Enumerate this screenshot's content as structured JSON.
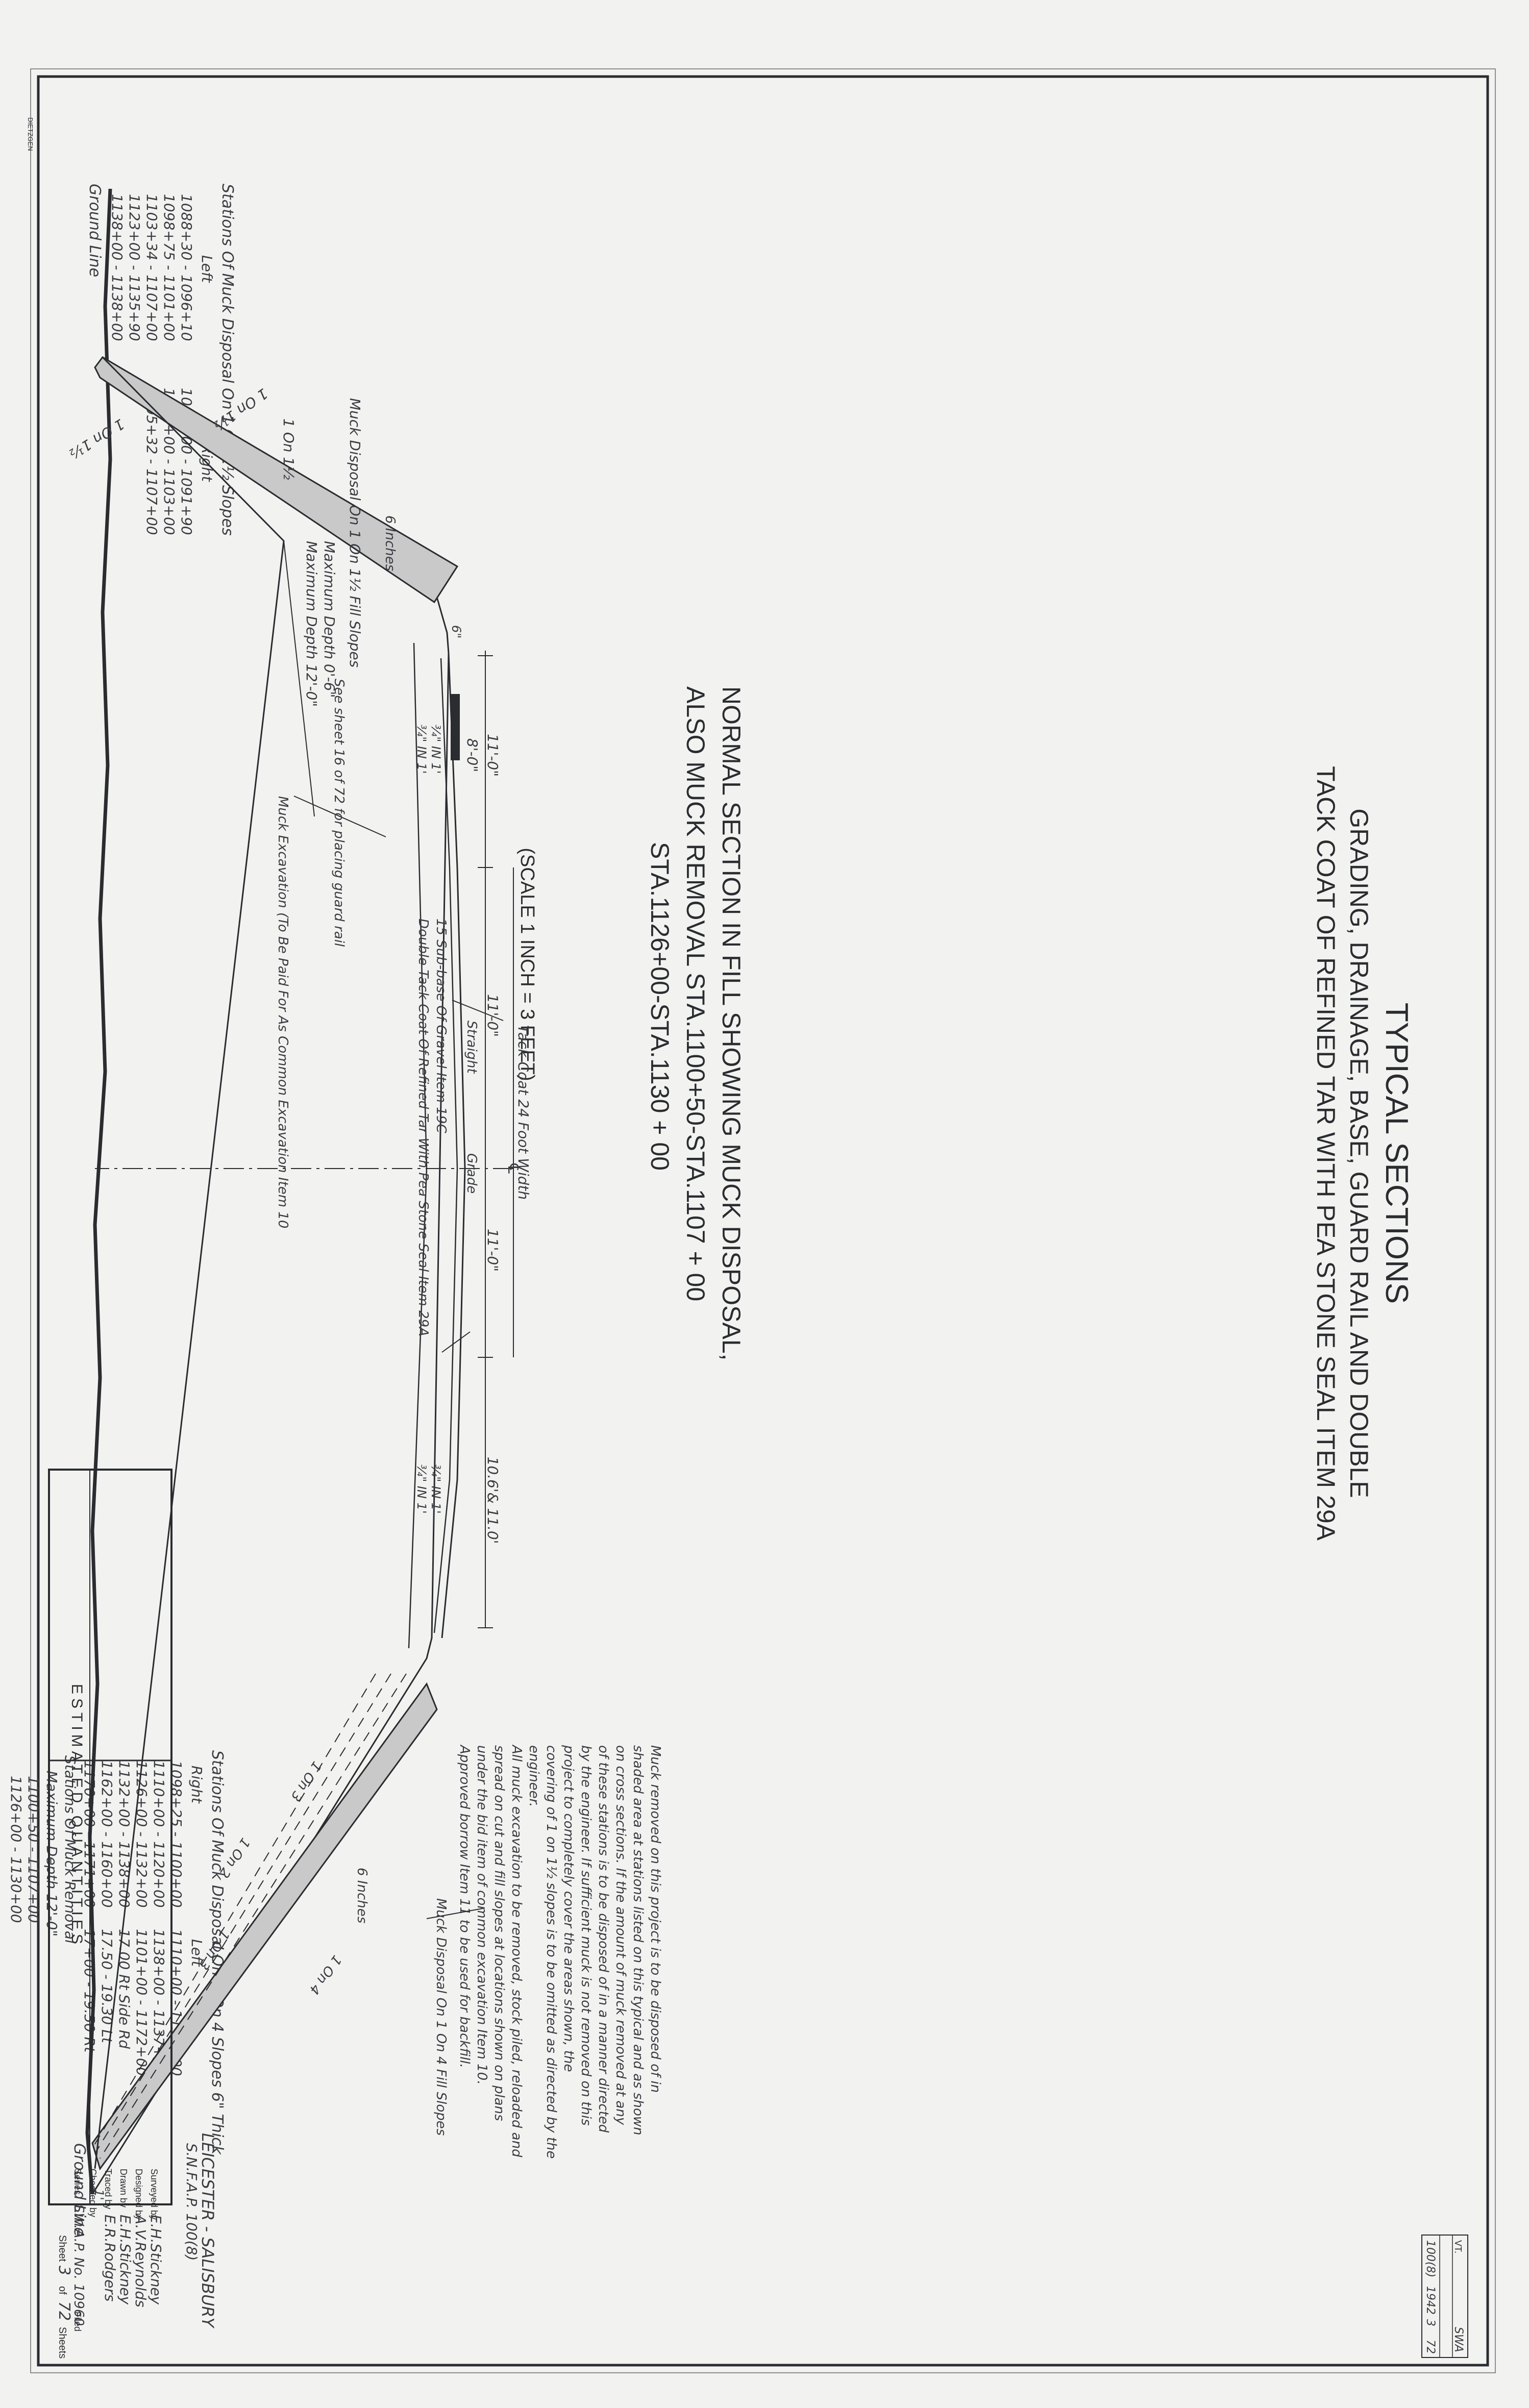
{
  "title": {
    "heading": "TYPICAL SECTIONS",
    "line1": "GRADING, DRAINAGE, BASE, GUARD RAIL AND DOUBLE",
    "line2": "TACK COAT OF REFINED TAR WITH PEA STONE SEAL ITEM 29A"
  },
  "caption": {
    "line1": "NORMAL SECTION IN FILL SHOWING MUCK DISPOSAL,",
    "line2": "ALSO MUCK REMOVAL STA.1100+50-STA.1107 + 00",
    "line3": "STA.1126+00-STA.1130 + 00",
    "scale": "(SCALE 1 INCH = 3 FEET)"
  },
  "left_table": {
    "heading": "Stations Of Muck Disposal On 1 On 1½ Slopes",
    "col_left": "Left",
    "col_right": "Right",
    "rows": [
      [
        "1088+30 - 1096+10",
        "1088+00 - 1091+90"
      ],
      [
        "1098+75 - 1101+00",
        "1101+00 - 1103+00"
      ],
      [
        "1103+34 - 1107+00",
        "1105+32 - 1107+00"
      ],
      [
        "1123+00 - 1135+90",
        ""
      ],
      [
        "1138+00 - 1138+00",
        ""
      ]
    ]
  },
  "right_table": {
    "heading": "Stations Of Muck Disposal On 1 On 4 Slopes 6\" Thick",
    "col_right": "Right",
    "col_left": "Left",
    "rows": [
      [
        "1098+25 - 1100+00",
        "1110+00 - 1138+00"
      ],
      [
        "1110+00 - 1120+00",
        "1138+00 - 1137+00"
      ],
      [
        "1126+00 - 1132+00",
        "1101+00 - 1172+00"
      ],
      [
        "1132+00 - 1138+00",
        "17.00 Rt Side Rd"
      ],
      [
        "1162+00 - 1160+00",
        "17.50 - 19.30 Lt"
      ],
      [
        "1170+00 - 1171+00",
        "17+00 - 19.50 Rt"
      ]
    ],
    "removal_heading": "Stations Of Muck Removal",
    "removal_depth": "Maximum Depth 12'-0\"",
    "removal_rows": [
      "1100+50 - 1107+00",
      "1126+00 - 1130+00"
    ]
  },
  "notes": [
    "Muck removed on this project is to be disposed of in",
    "shaded area at stations listed on this typical and as shown",
    "on cross sections. If the amount of muck removed at any",
    "of these stations is to be disposed of in a manner directed",
    "by the engineer. If sufficient muck is not removed on this",
    "project to completely cover the areas shown, the",
    "covering of 1 on 1½ slopes is to be omitted as directed by the",
    "engineer.",
    "All muck excavation to be removed, stock piled, reloaded and",
    "spread on cut and fill slopes at locations shown on plans",
    "under the bid item of common excavation Item 10.",
    "Approved borrow Item 11 to be used for backfill."
  ],
  "labels": {
    "ground_line_left": "Ground Line",
    "ground_line_right": "Ground Line",
    "muck_disposal_left": "Muck Disposal On 1 On 1½ Fill Slopes",
    "muck_disposal_right": "Muck Disposal On 1 On 4 Fill Slopes",
    "six_inches_left": "6 Inches",
    "six_inches_right": "6 Inches",
    "slope_1on1half_a": "1 On 1½",
    "slope_1on1half_b": "1 On 1½",
    "slope_1on1half_c": "1 On 1½",
    "slope_1on4": "1 On 4",
    "slope_1on2": "1 On 2",
    "slope_1on3": "1 On 3",
    "slope_1on3b": "1 On 3",
    "max_depth_1": "Maximum Depth 0'-6\"",
    "max_depth_2": "Maximum Depth 12'-0\"",
    "guard_rail": "See sheet 16 of 72 for placing guard rail",
    "muck_excavation": "Muck Excavation (To Be Paid For As Common Excavation Item 10",
    "subbase": "15 Sub-base Of Gravel Item 19C",
    "tack_coat": "Double Tack Coat Of Refined Tar With Pea Stone Seal Item 29A",
    "tack_width": "Tack Coat 24 Foot Width",
    "dim_11_a": "11'-0\"",
    "dim_8": "8'-0\"",
    "dim_11_b": "11'-0\"",
    "dim_11_c": "11'-0\"",
    "dim_106": "10.6'& 11.0'",
    "straight": "Straight",
    "grade": "Grade",
    "cl_1": "℄",
    "pitch_1": "¾\" IN 1'",
    "pitch_2": "¾\" IN 1'",
    "pitch_3": "¾\" IN 1'",
    "pitch_4": "¾\" IN 1'",
    "dim_6": "6\"",
    "dim_1": "1'"
  },
  "estimated_quantities": "ESTIMATED QUANTITIES",
  "credits": {
    "county": "LEICESTER - SALISBURY",
    "project": "S.N.F.A.P. 100(8)",
    "surveyed_label": "Surveyed by",
    "surveyed": "E.H.Stickney",
    "designed_label": "Designed by",
    "designed": "A.V.Reynolds",
    "drawn_label": "Drawn by",
    "drawn": "E.H.Stickney",
    "traced_label": "Traced by",
    "traced": "E.R.Rodgers",
    "checked_label": "Checked by",
    "series_label": "Series",
    "series": "SW.A.P. No. 10960",
    "filed": "Filed",
    "sheet_label": "Sheet",
    "sheet_num": "3",
    "of_label": "of",
    "sheet_total": "72",
    "sheets_label": "Sheets"
  },
  "stamp": {
    "state": "VT.",
    "agency": "SWA",
    "project": "100(8)",
    "year": "1942",
    "sheet": "3",
    "total": "72"
  },
  "corner_stamp": "DIETZGEN"
}
